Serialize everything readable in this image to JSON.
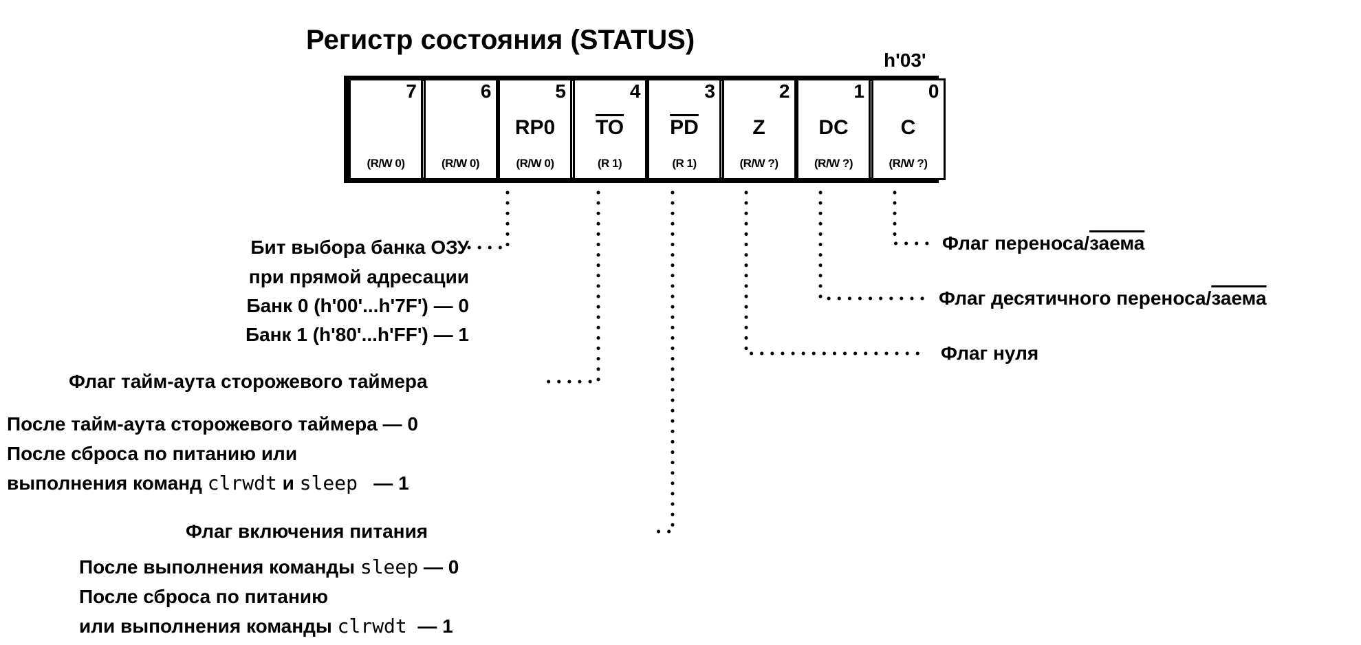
{
  "title": "Регистр состояния (STATUS)",
  "address": "h'03'",
  "bits": [
    {
      "num": "7",
      "name": "",
      "access": "(R/W 0)",
      "overline": false
    },
    {
      "num": "6",
      "name": "",
      "access": "(R/W 0)",
      "overline": false
    },
    {
      "num": "5",
      "name": "RP0",
      "access": "(R/W 0)",
      "overline": false
    },
    {
      "num": "4",
      "name": "TO",
      "access": "(R 1)",
      "overline": true
    },
    {
      "num": "3",
      "name": "PD",
      "access": "(R 1)",
      "overline": true
    },
    {
      "num": "2",
      "name": "Z",
      "access": "(R/W ?)",
      "overline": false
    },
    {
      "num": "1",
      "name": "DC",
      "access": "(R/W ?)",
      "overline": false
    },
    {
      "num": "0",
      "name": "C",
      "access": "(R/W ?)",
      "overline": false
    }
  ],
  "rp0": {
    "line1": "Бит выбора банка ОЗУ",
    "line2": "при прямой адресации",
    "line3": "Банк 0 (h'00'...h'7F') — 0",
    "line4": "Банк 1 (h'80'...h'FF') — 1"
  },
  "to": {
    "title": "Флаг тайм-аута сторожевого таймера",
    "line1": "После тайм-аута сторожевого таймера — 0",
    "line2": "После сброса по питанию или",
    "line3_a": "выполнения команд ",
    "line3_cmd1": "clrwdt",
    "line3_b": " и ",
    "line3_cmd2": "sleep",
    "line3_c": "   — 1"
  },
  "pd": {
    "title": "Флаг включения питания",
    "line1_a": "После выполнения команды ",
    "line1_cmd": "sleep",
    "line1_b": " — 0",
    "line2": "После сброса по питанию",
    "line3_a": "или выполнения команды ",
    "line3_cmd": "clrwdt",
    "line3_b": "  — 1"
  },
  "c_flag": {
    "a": "Флаг переноса/",
    "b": "заема"
  },
  "dc_flag": {
    "a": "Флаг десятичного переноса/",
    "b": "заема"
  },
  "z_flag": "Флаг нуля"
}
